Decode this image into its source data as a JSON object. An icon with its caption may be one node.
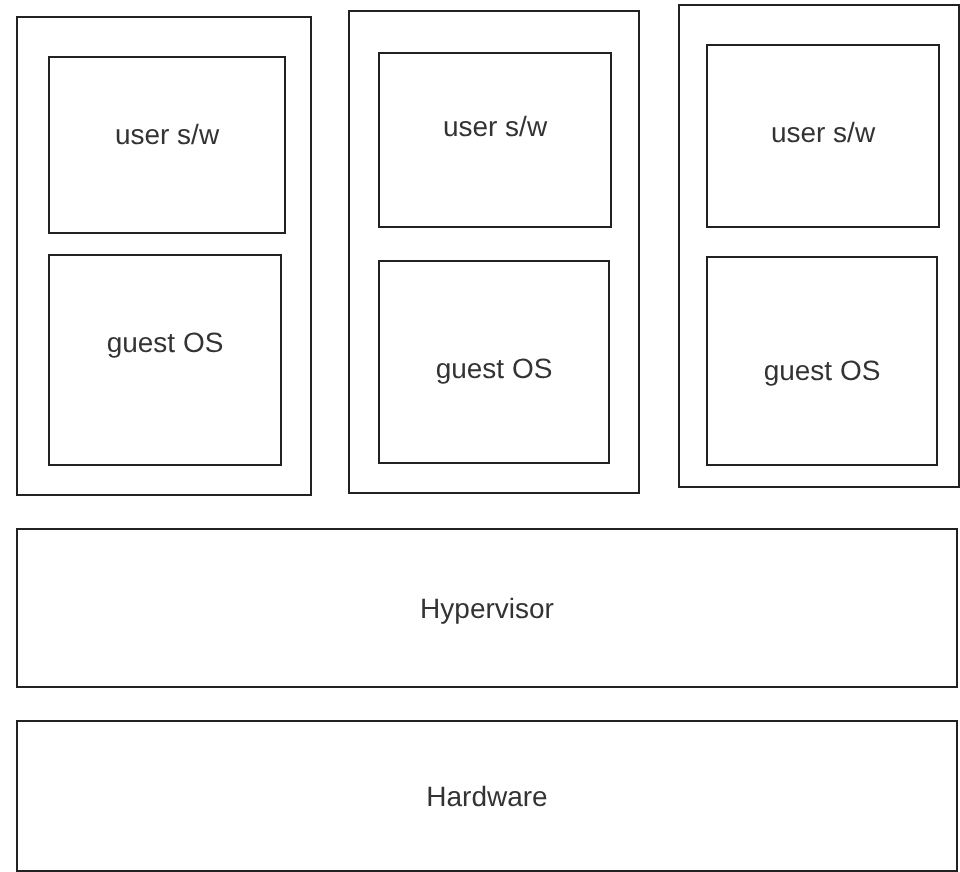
{
  "diagram": {
    "nodes": [
      {
        "text": [],
        "shape": "box"
      },
      {
        "text": [
          "user s/w"
        ],
        "in": 0
      },
      {
        "text": [
          "guest OS"
        ],
        "in": 0
      },
      {
        "text": [],
        "shape": "box"
      },
      {
        "text": [
          "user s/w"
        ],
        "in": 3
      },
      {
        "text": [
          "guest OS"
        ],
        "in": 3
      },
      {
        "text": [],
        "shape": "box"
      },
      {
        "text": [
          "user s/w"
        ],
        "in": 6
      },
      {
        "text": [
          "guest OS"
        ],
        "in": 6
      },
      {
        "text": [
          "Hypervisor"
        ]
      },
      {
        "text": [
          "Hardware"
        ]
      }
    ]
  }
}
